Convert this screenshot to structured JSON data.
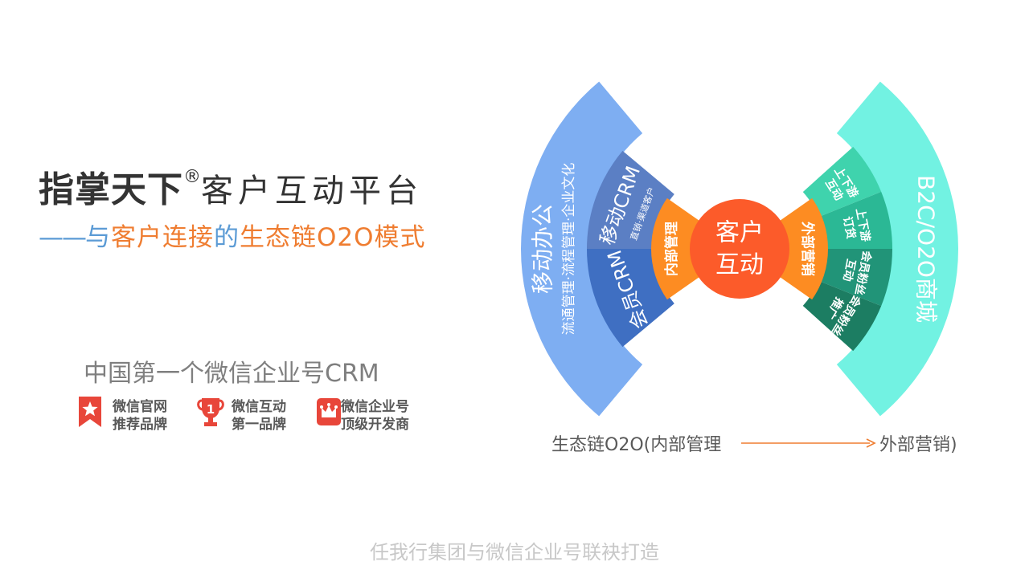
{
  "header": {
    "brand": "指掌天下",
    "registered": "®",
    "title_rest": "客户互动平台"
  },
  "subtitle": {
    "dash": "——",
    "part1": "与",
    "part2": "客户连接",
    "part3": "的",
    "part4": "生态链O2O模式"
  },
  "tagline": "中国第一个微信企业号CRM",
  "badges": [
    {
      "line1": "微信官网",
      "line2": "推荐品牌",
      "icon": "star-bookmark-icon"
    },
    {
      "line1": "微信互动",
      "line2": "第一品牌",
      "icon": "trophy-icon"
    },
    {
      "line1": "微信企业号",
      "line2": "顶级开发商",
      "icon": "crown-icon"
    }
  ],
  "diagram": {
    "center": {
      "line1": "客户",
      "line2": "互动"
    },
    "left_inner": "内部管理",
    "right_inner": "外部营销",
    "left_mid_top": {
      "title": "移动CRM",
      "sub": "直销·渠道客户"
    },
    "left_mid_bottom": {
      "title": "会员CRM"
    },
    "left_outer": {
      "title": "移动办公",
      "sub": "流通管理·流程管理·企业文化"
    },
    "right_mid": [
      {
        "text": "上下游\n互动"
      },
      {
        "text": "上下游\n订货"
      },
      {
        "text": "会员粉丝\n互动"
      },
      {
        "text": "会员粉丝\n推广"
      }
    ],
    "right_outer": "B2C/O2O商城",
    "colors": {
      "left_outer": "#7eaef2",
      "left_mid_top": "#5b7fc4",
      "left_mid_bottom": "#3f6fc2",
      "orange": "#fd8c22",
      "center": "#fc5b2a",
      "right_mid_1": "#3fd3ad",
      "right_mid_2": "#2bb895",
      "right_mid_3": "#219478",
      "right_mid_4": "#1c7d62",
      "right_outer": "#72f2e2"
    }
  },
  "flow": {
    "left": "生态链O2O(内部管理",
    "right": "外部营销)"
  },
  "footer": "任我行集团与微信企业号联袂打造"
}
